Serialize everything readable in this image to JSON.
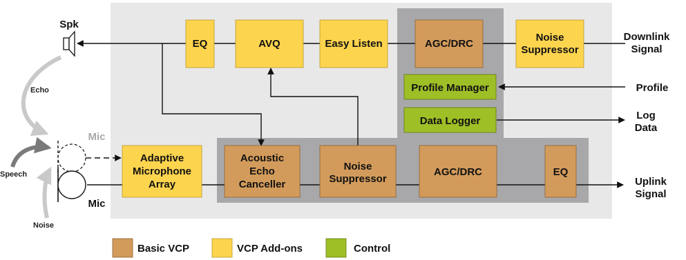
{
  "colors": {
    "basic": "#d39b5b",
    "addon": "#fdd44e",
    "control": "#9fbf27",
    "panel": "#e8e8e8",
    "group": "#a8a8aa",
    "gray_arrow": "#c9c9c9",
    "mic_gray": "#a8a8a8"
  },
  "downlink": {
    "eq": "EQ",
    "avq": "AVQ",
    "easy_listen": "Easy Listen",
    "agc_drc": "AGC/DRC",
    "noise_suppressor": [
      "Noise",
      "Suppressor"
    ]
  },
  "control": {
    "profile_manager": "Profile Manager",
    "data_logger": "Data Logger"
  },
  "uplink": {
    "adaptive_array": [
      "Adaptive",
      "Microphone",
      "Array"
    ],
    "aec": [
      "Acoustic",
      "Echo",
      "Canceller"
    ],
    "noise_suppressor": [
      "Noise",
      "Suppressor"
    ],
    "agc_drc": "AGC/DRC",
    "eq": "EQ"
  },
  "io_labels": {
    "spk": "Spk",
    "mic_top": "Mic",
    "mic_bottom": "Mic",
    "downlink_signal": [
      "Downlink",
      "Signal"
    ],
    "profile": "Profile",
    "log_data": [
      "Log",
      "Data"
    ],
    "uplink_signal": [
      "Uplink",
      "Signal"
    ],
    "echo": "Echo",
    "speech": "Speech",
    "noise": "Noise"
  },
  "legend": {
    "basic": "Basic VCP",
    "addons": "VCP Add-ons",
    "control": "Control"
  }
}
